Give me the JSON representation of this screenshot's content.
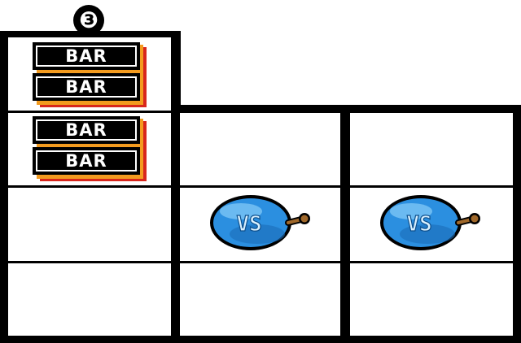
{
  "step_number": "❸",
  "reels": {
    "reel1": {
      "symbols": [
        {
          "type": "double-bar",
          "labels": [
            "BAR",
            "BAR"
          ]
        },
        {
          "type": "double-bar",
          "labels": [
            "BAR",
            "BAR"
          ]
        },
        {
          "type": "empty"
        },
        {
          "type": "empty"
        }
      ]
    },
    "reel2": {
      "symbols": [
        {
          "type": "empty"
        },
        {
          "type": "vs-bomb",
          "label": "VS"
        },
        {
          "type": "empty"
        }
      ]
    },
    "reel3": {
      "symbols": [
        {
          "type": "empty"
        },
        {
          "type": "vs-bomb",
          "label": "VS"
        },
        {
          "type": "empty"
        }
      ]
    }
  },
  "colors": {
    "frame": "#000000",
    "bar_shadow_red": "#d8261c",
    "bar_shadow_orange": "#f39b1f",
    "bomb_blue": "#2b8fe0",
    "fuse_brown": "#a0682a"
  }
}
